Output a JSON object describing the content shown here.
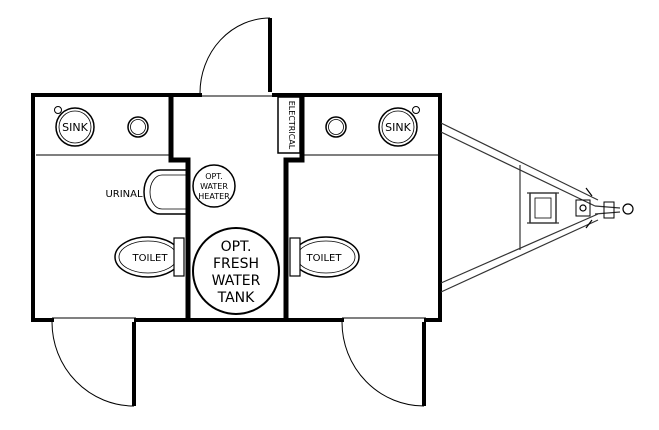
{
  "labels": {
    "sink_left": "SINK",
    "sink_right": "SINK",
    "urinal": "URINAL",
    "toilet_left": "TOILET",
    "toilet_right": "TOILET",
    "electrical": "ELECTRICAL",
    "water_heater": [
      "OPT.",
      "WATER",
      "HEATER"
    ],
    "fresh_tank": [
      "OPT.",
      "FRESH",
      "WATER",
      "TANK"
    ]
  },
  "colors": {
    "wall": "#000000",
    "line": "#222222",
    "background": "#ffffff"
  }
}
